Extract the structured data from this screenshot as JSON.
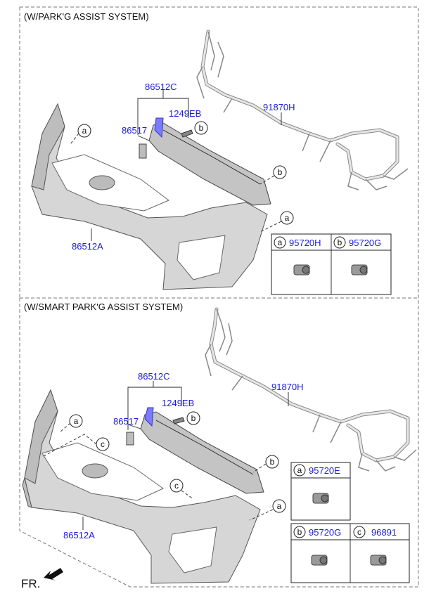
{
  "top_section": {
    "title": "(W/PARK'G ASSIST SYSTEM)",
    "labels": {
      "p86512C": "86512C",
      "p1249EB": "1249EB",
      "p86517": "86517",
      "p91870H": "91870H",
      "p86512A": "86512A"
    },
    "callouts": {
      "a1": "a",
      "b1": "b",
      "b2": "b",
      "a2": "a"
    },
    "table": {
      "cells": [
        {
          "letter": "a",
          "part": "95720H"
        },
        {
          "letter": "b",
          "part": "95720G"
        }
      ]
    }
  },
  "bottom_section": {
    "title": "(W/SMART PARK'G ASSIST SYSTEM)",
    "labels": {
      "p86512C": "86512C",
      "p1249EB": "1249EB",
      "p86517": "86517",
      "p91870H": "91870H",
      "p86512A": "86512A"
    },
    "callouts": {
      "a1": "a",
      "c1": "c",
      "c2": "c",
      "b1": "b",
      "b2": "b",
      "a2": "a"
    },
    "table": {
      "cells": [
        {
          "letter": "a",
          "part": "95720E"
        },
        {
          "letter": "b",
          "part": "95720G"
        },
        {
          "letter": "c",
          "part": "96891"
        }
      ]
    }
  },
  "front_indicator": "FR.",
  "colors": {
    "part_number": "#1a1ae6",
    "text": "#111111",
    "frame": "#777777"
  }
}
